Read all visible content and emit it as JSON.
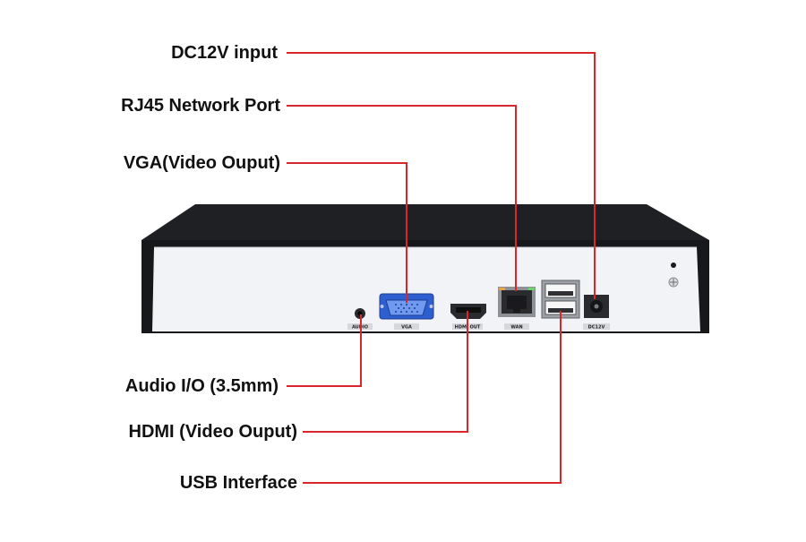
{
  "colors": {
    "leader_line": "#d9262b",
    "chassis_dark": "#1c1d20",
    "panel": "#f1f3f6"
  },
  "callouts": {
    "dc12v": "DC12V input",
    "rj45": "RJ45 Network Port",
    "vga": "VGA(Video Ouput)",
    "audio": "Audio I/O (3.5mm)",
    "hdmi": "HDMI (Video Ouput)",
    "usb": "USB Interface"
  },
  "port_labels": {
    "audio": "AUDIO",
    "vga": "VGA",
    "hdmi": "HDMI OUT",
    "wan": "WAN",
    "dc": "DC12V"
  }
}
